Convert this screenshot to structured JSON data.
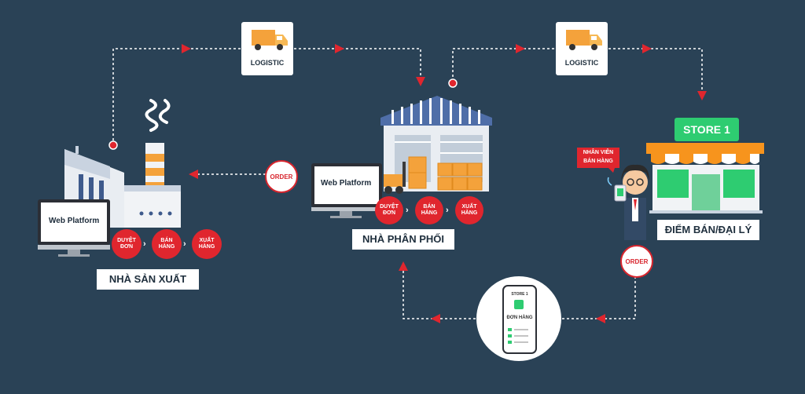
{
  "logistic_label": "LOGISTIC",
  "order_label": "ORDER",
  "web_platform_label": "Web Platform",
  "steps": [
    "DUYỆT\nĐƠN",
    "BÁN\nHÀNG",
    "XUẤT\nHÀNG"
  ],
  "manufacturer_label": "NHÀ SẢN XUẤT",
  "distributor_label": "NHÀ PHÂN PHỐI",
  "retailer_label": "ĐIỂM BÁN/ĐẠI LÝ",
  "store_sign": "STORE 1",
  "salesperson_tag": "NHÂN VIÊN\nBÁN HÀNG",
  "phone": {
    "store": "STORE 1",
    "title": "ĐƠN HÀNG"
  },
  "colors": {
    "background": "#2a4256",
    "accent_red": "#e0262e",
    "store_orange": "#f7941d",
    "store_green": "#2ecc71"
  }
}
